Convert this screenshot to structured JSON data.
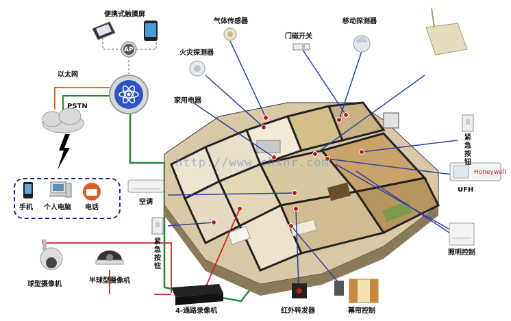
{
  "labels": {
    "portable_touchscreen": "便携式触摸屏",
    "ap": "AP",
    "ethernet": "以太网",
    "pstn": "PSTN",
    "phone": "手机",
    "pc": "个人电脑",
    "telephone": "电话",
    "gas_sensor": "气体传感器",
    "fire_detector": "火灾探测器",
    "door_magnet_switch": "门磁开关",
    "motion_detector": "移动探测器",
    "appliances": "家用电器",
    "emergency_button_right_1": "紧急",
    "emergency_button_right_2": "按钮",
    "air_conditioner": "空调",
    "emergency_button_left_1": "紧急",
    "emergency_button_left_2": "按钮",
    "ufh": "UFH",
    "lighting_control": "照明控制",
    "dome_camera": "球型摄像机",
    "half_dome_camera": "半球型摄像机",
    "dvr": "4-通路录像机",
    "ir_repeater": "红外转发器",
    "curtain_control": "幕帘控制",
    "thermostat_brand": "Honeywell",
    "watermark": "http://www.chsnr.com"
  },
  "colors": {
    "ethernet_line": "#e06a1a",
    "pstn_line": "#1e8a2e",
    "sensor_line": "#2a3fa0",
    "camera_line": "#d0231c",
    "hub_blue": "#2c56c6",
    "wall": "#222222",
    "floor": "#d9c9a6"
  }
}
